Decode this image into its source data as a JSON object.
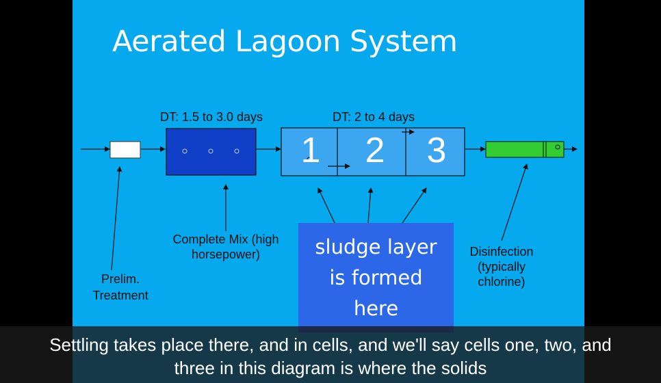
{
  "slide": {
    "title": "Aerated Lagoon System",
    "dt_mix": "DT: 1.5 to 3.0 days",
    "dt_cells": "DT: 2 to 4 days",
    "cells": [
      "1",
      "2",
      "3"
    ],
    "label_prelim_1": "Prelim.",
    "label_prelim_2": "Treatment",
    "label_mix_1": "Complete Mix (high",
    "label_mix_2": "horsepower)",
    "label_disinf_1": "Disinfection",
    "label_disinf_2": "(typically",
    "label_disinf_3": "chlorine)",
    "callout_1": "sludge layer",
    "callout_2": "is formed",
    "callout_3": "here"
  },
  "colors": {
    "slide_bg": "#07A9EE",
    "mix_tank": "#0F3FC6",
    "cells_fill": "#3DA6F0",
    "disinfection": "#33CC33",
    "callout_bg": "#2B67E6"
  },
  "captions": {
    "line1": "Settling takes place there, and in cells, and we'll say cells one, two, and",
    "line2": "three in this diagram is where the solids"
  }
}
